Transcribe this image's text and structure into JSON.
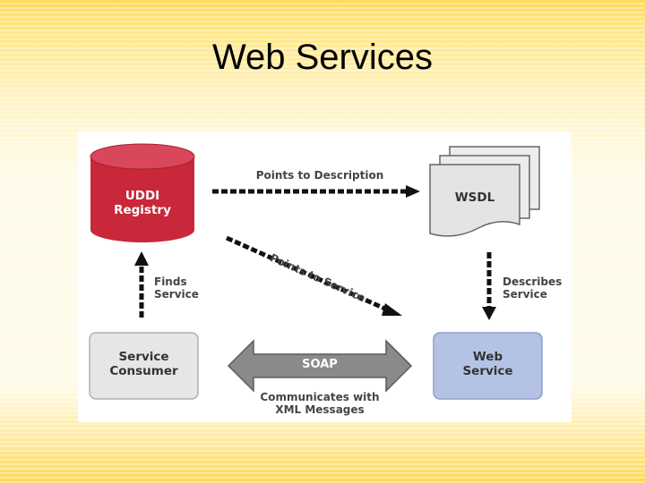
{
  "slide": {
    "title": "Web Services"
  },
  "diagram": {
    "nodes": {
      "uddi": {
        "line1": "UDDI",
        "line2": "Registry"
      },
      "wsdl": {
        "label": "WSDL"
      },
      "consumer": {
        "line1": "Service",
        "line2": "Consumer"
      },
      "web_service": {
        "line1": "Web",
        "line2": "Service"
      }
    },
    "edges": {
      "points_to_description": "Points to Description",
      "points_to_service": "Points to Service",
      "finds_service": {
        "line1": "Finds",
        "line2": "Service"
      },
      "describes_service": {
        "line1": "Describes",
        "line2": "Service"
      },
      "soap": "SOAP",
      "communicates": {
        "line1": "Communicates with",
        "line2": "XML Messages"
      }
    },
    "colors": {
      "uddi_fill": "#c8283a",
      "web_service_fill": "#b4c3e4",
      "consumer_fill": "#e6e6e6",
      "arrow": "#111111",
      "soap_arrow": "#8a8a8a"
    }
  }
}
